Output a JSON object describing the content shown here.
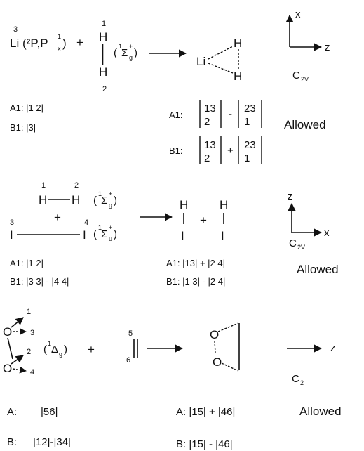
{
  "panel1": {
    "li_3": "3",
    "li_label": "Li",
    "li_state": "(²P,P",
    "li_state_sup": "1",
    "li_state_sub": "x",
    "li_state_close": ")",
    "plus": "+",
    "h_top_num": "1",
    "h_bottom_num": "2",
    "h": "H",
    "h2_state_open": "(",
    "h2_state_pre": "1",
    "h2_state_sigma": "Σ",
    "h2_state_sup": "+",
    "h2_state_sub": "g",
    "h2_state_close": ")",
    "product_li": "Li",
    "product_h": "H",
    "axis_x": "x",
    "axis_z": "z",
    "symmetry": "C",
    "symmetry_sub": "2V",
    "a1_left": "A1: |1 2|",
    "b1_left": "B1: |3|",
    "a1_label": "A1:",
    "b1_label": "B1:",
    "a1_det1_top": "13",
    "a1_det1_bottom": "2",
    "a1_op": "-",
    "a1_det2_top": "23",
    "a1_det2_bottom": "1",
    "b1_det1_top": "13",
    "b1_det1_bottom": "2",
    "b1_op": "+",
    "b1_det2_top": "23",
    "b1_det2_bottom": "1",
    "result": "Allowed"
  },
  "panel2": {
    "h_num_1": "1",
    "h_num_2": "2",
    "h_label": "H",
    "h2_state_pre": "1",
    "h2_state_sigma": "Σ",
    "h2_state_sup": "+",
    "h2_state_sub": "g",
    "plus": "+",
    "i_num_3": "3",
    "i_num_4": "4",
    "i_label": "I",
    "i2_state_pre": "1",
    "i2_state_sigma": "Σ",
    "i2_state_sup": "+",
    "i2_state_sub": "u",
    "axis_x": "x",
    "axis_z": "z",
    "symmetry": "C",
    "symmetry_sub": "2V",
    "a1_left": "A1: |1 2|",
    "b1_left": "B1: |3 3| - |4 4|",
    "a1_right": "A1: |13| + |2 4|",
    "b1_right": "B1: |1 3| - |2 4|",
    "result": "Allowed"
  },
  "panel3": {
    "o_label": "O",
    "num_1": "1",
    "num_2": "2",
    "num_3": "3",
    "num_4": "4",
    "num_5": "5",
    "num_6": "6",
    "state_pre": "1",
    "state_delta": "Δ",
    "state_sub": "g",
    "plus": "+",
    "axis_z": "z",
    "symmetry": "C",
    "symmetry_sub": "2",
    "a_label": "A:",
    "a_left": "|56|",
    "b_label": "B:",
    "b_left": "|12|-|34|",
    "a_right": "A: |15| + |46|",
    "b_right": "B:  |15| - |46|",
    "result": "Allowed"
  }
}
